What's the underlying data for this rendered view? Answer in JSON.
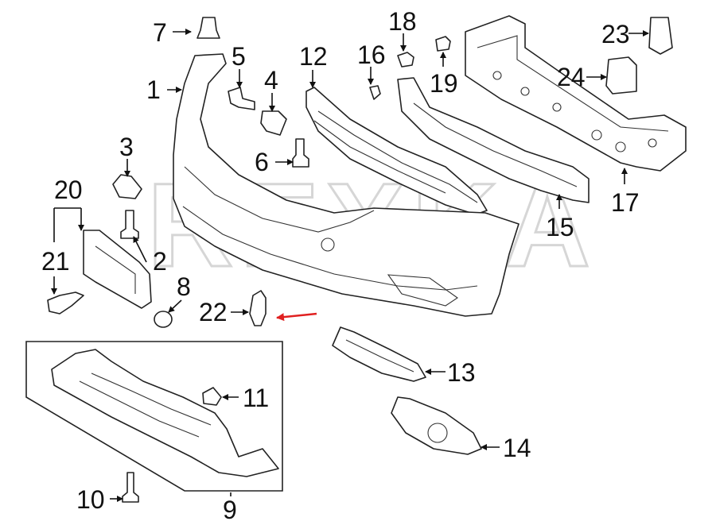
{
  "watermark": "REXKA",
  "callouts": [
    "1",
    "2",
    "3",
    "4",
    "5",
    "6",
    "7",
    "8",
    "9",
    "10",
    "11",
    "12",
    "13",
    "14",
    "15",
    "16",
    "17",
    "18",
    "19",
    "20",
    "21",
    "22",
    "23",
    "24"
  ],
  "colors": {
    "ink": "#111111",
    "highlight_arrow": "#e02020",
    "watermark": "#d6d6d6"
  }
}
